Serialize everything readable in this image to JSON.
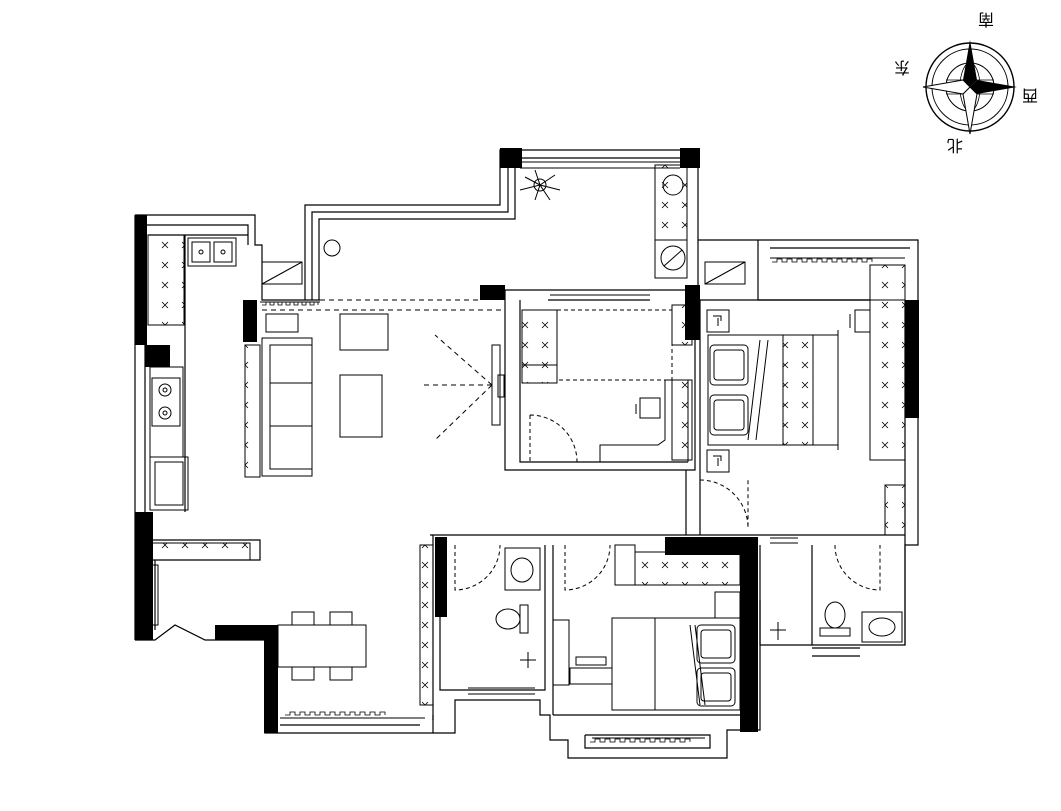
{
  "compass": {
    "south": "南",
    "north": "北",
    "east": "东",
    "west": "西"
  }
}
